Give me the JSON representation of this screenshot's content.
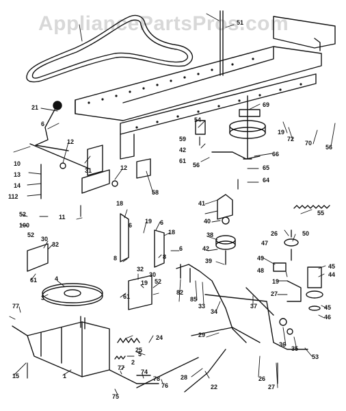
{
  "watermark": "AppliancePartsPros.com",
  "diagram": {
    "callouts": [
      "1",
      "2",
      "3",
      "4",
      "5",
      "6",
      "8",
      "10",
      "11",
      "12",
      "13",
      "14",
      "15",
      "18",
      "19",
      "21",
      "22",
      "24",
      "25",
      "26",
      "27",
      "28",
      "29",
      "30",
      "31",
      "32",
      "33",
      "34",
      "35",
      "36",
      "37",
      "38",
      "39",
      "40",
      "41",
      "42",
      "44",
      "45",
      "46",
      "47",
      "48",
      "49",
      "50",
      "51",
      "52",
      "53",
      "54",
      "55",
      "56",
      "58",
      "59",
      "61",
      "64",
      "65",
      "66",
      "69",
      "70",
      "72",
      "74",
      "75",
      "76",
      "77",
      "78",
      "82",
      "85",
      "100",
      "112"
    ]
  }
}
